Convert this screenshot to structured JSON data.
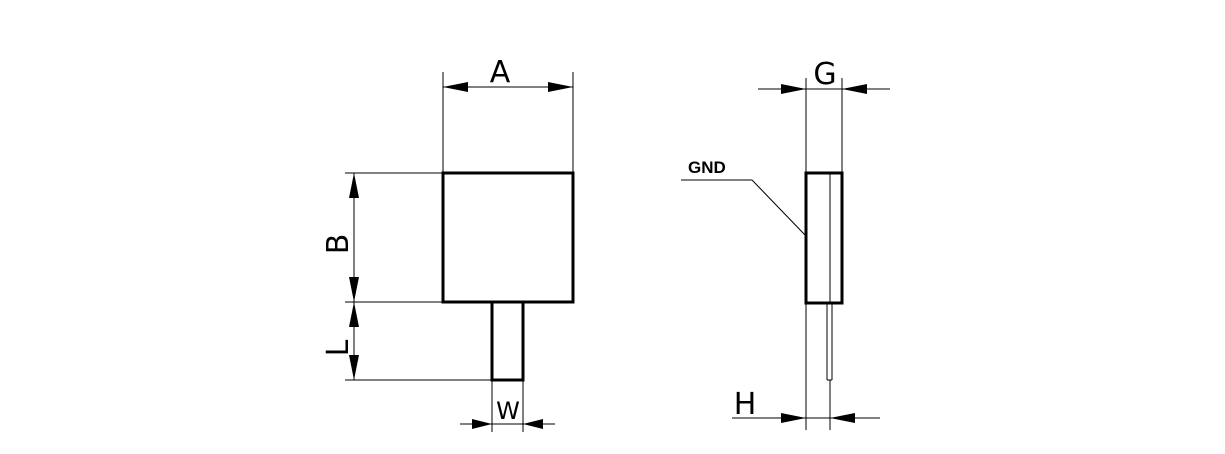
{
  "front_view": {
    "dimension_a": "A",
    "dimension_b": "B",
    "dimension_l": "L",
    "dimension_w": "W"
  },
  "side_view": {
    "dimension_g": "G",
    "dimension_h": "H",
    "gnd_label": "GND"
  },
  "colors": {
    "line": "#000000",
    "background": "#ffffff"
  }
}
